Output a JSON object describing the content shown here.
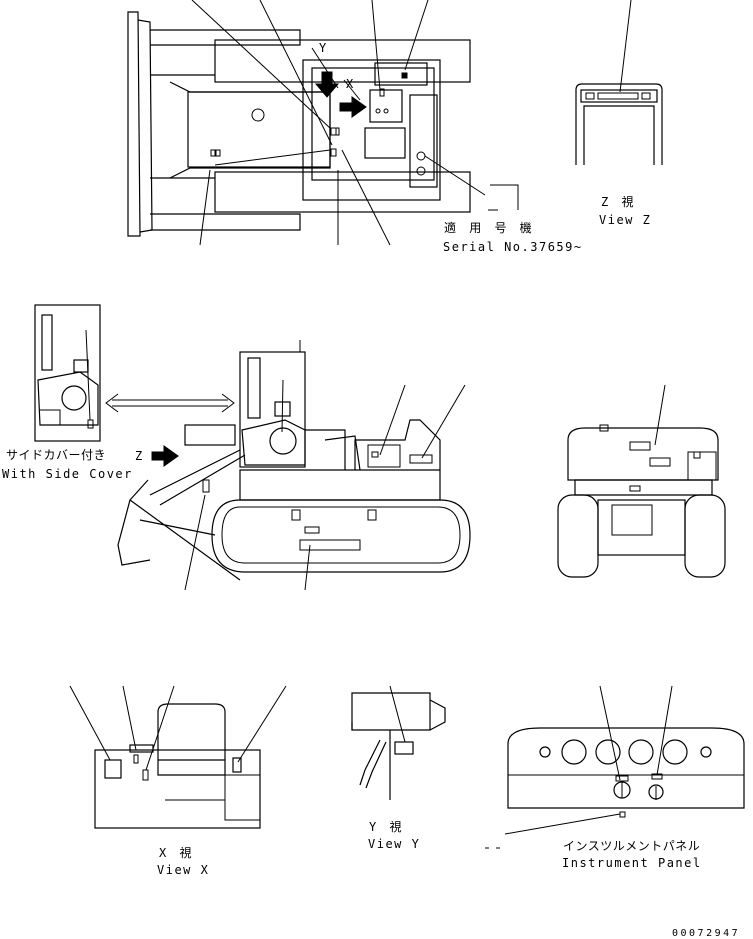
{
  "labels": {
    "serial_jp": "適 用 号 機",
    "serial_en": "Serial No.37659~",
    "view_z_jp": "Z  視",
    "view_z_en": "View Z",
    "side_cover_jp": "サイドカバー付き",
    "side_cover_en": "With Side Cover",
    "view_x_jp": "X  視",
    "view_x_en": "View X",
    "view_y_jp": "Y  視",
    "view_y_en": "View Y",
    "panel_jp": "インスツルメントパネル",
    "panel_en": "Instrument Panel",
    "view_letter_x": "X",
    "view_letter_y": "Y",
    "view_letter_z": "Z",
    "doc_id": "00072947"
  },
  "colors": {
    "ink": "#000000",
    "paper": "#ffffff"
  }
}
